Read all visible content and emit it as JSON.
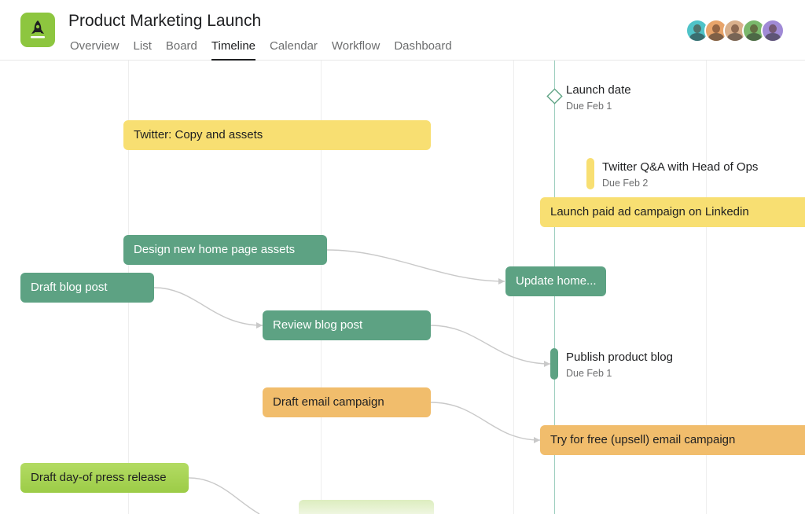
{
  "project": {
    "title": "Product Marketing Launch",
    "icon": "rocket-icon",
    "icon_color": "#8dc63f"
  },
  "tabs": [
    {
      "label": "Overview",
      "active": false
    },
    {
      "label": "List",
      "active": false
    },
    {
      "label": "Board",
      "active": false
    },
    {
      "label": "Timeline",
      "active": true
    },
    {
      "label": "Calendar",
      "active": false
    },
    {
      "label": "Workflow",
      "active": false
    },
    {
      "label": "Dashboard",
      "active": false
    }
  ],
  "members": [
    {
      "color": "#4fc3c8"
    },
    {
      "color": "#e8a46a"
    },
    {
      "color": "#d9b08c"
    },
    {
      "color": "#7ab86c"
    },
    {
      "color": "#a08ad6"
    }
  ],
  "colors": {
    "yellow": "#f8df72",
    "green": "#5da283",
    "orange": "#f1bd6c",
    "lime": "#9ccc47",
    "today_line": "#9dcfbf"
  },
  "tasks": {
    "twitter_copy": "Twitter: Copy and assets",
    "paid_ad_linkedin": "Launch paid ad campaign on Linkedin",
    "design_home": "Design new home page assets",
    "draft_blog": "Draft blog post",
    "update_home": "Update home...",
    "review_blog": "Review blog post",
    "draft_email": "Draft email campaign",
    "try_free_email": "Try for free (upsell) email campaign",
    "press_release": "Draft day-of press release"
  },
  "milestones": {
    "launch_date": {
      "label": "Launch date",
      "due": "Due Feb 1"
    },
    "twitter_qa": {
      "label": "Twitter Q&A with Head of Ops",
      "due": "Due Feb 2"
    },
    "publish_blog": {
      "label": "Publish product blog",
      "due": "Due Feb 1"
    }
  }
}
